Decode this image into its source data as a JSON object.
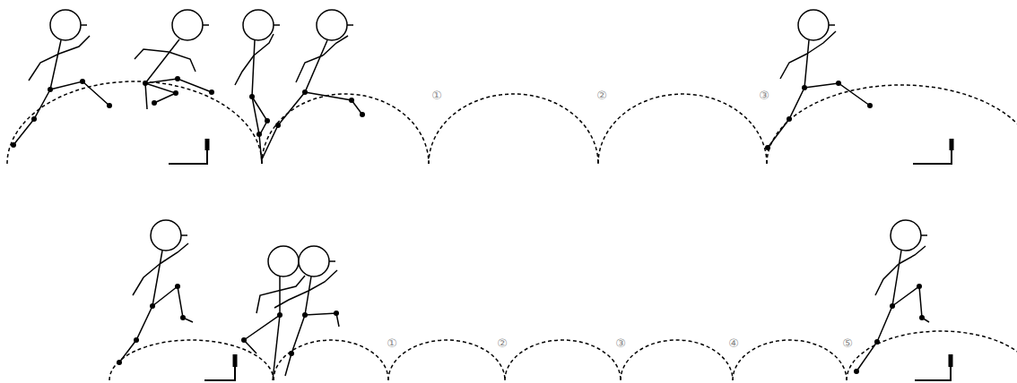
{
  "diagram": {
    "labels": [
      "①",
      "②",
      "③",
      "①",
      "②",
      "③",
      "④",
      "⑤"
    ]
  }
}
